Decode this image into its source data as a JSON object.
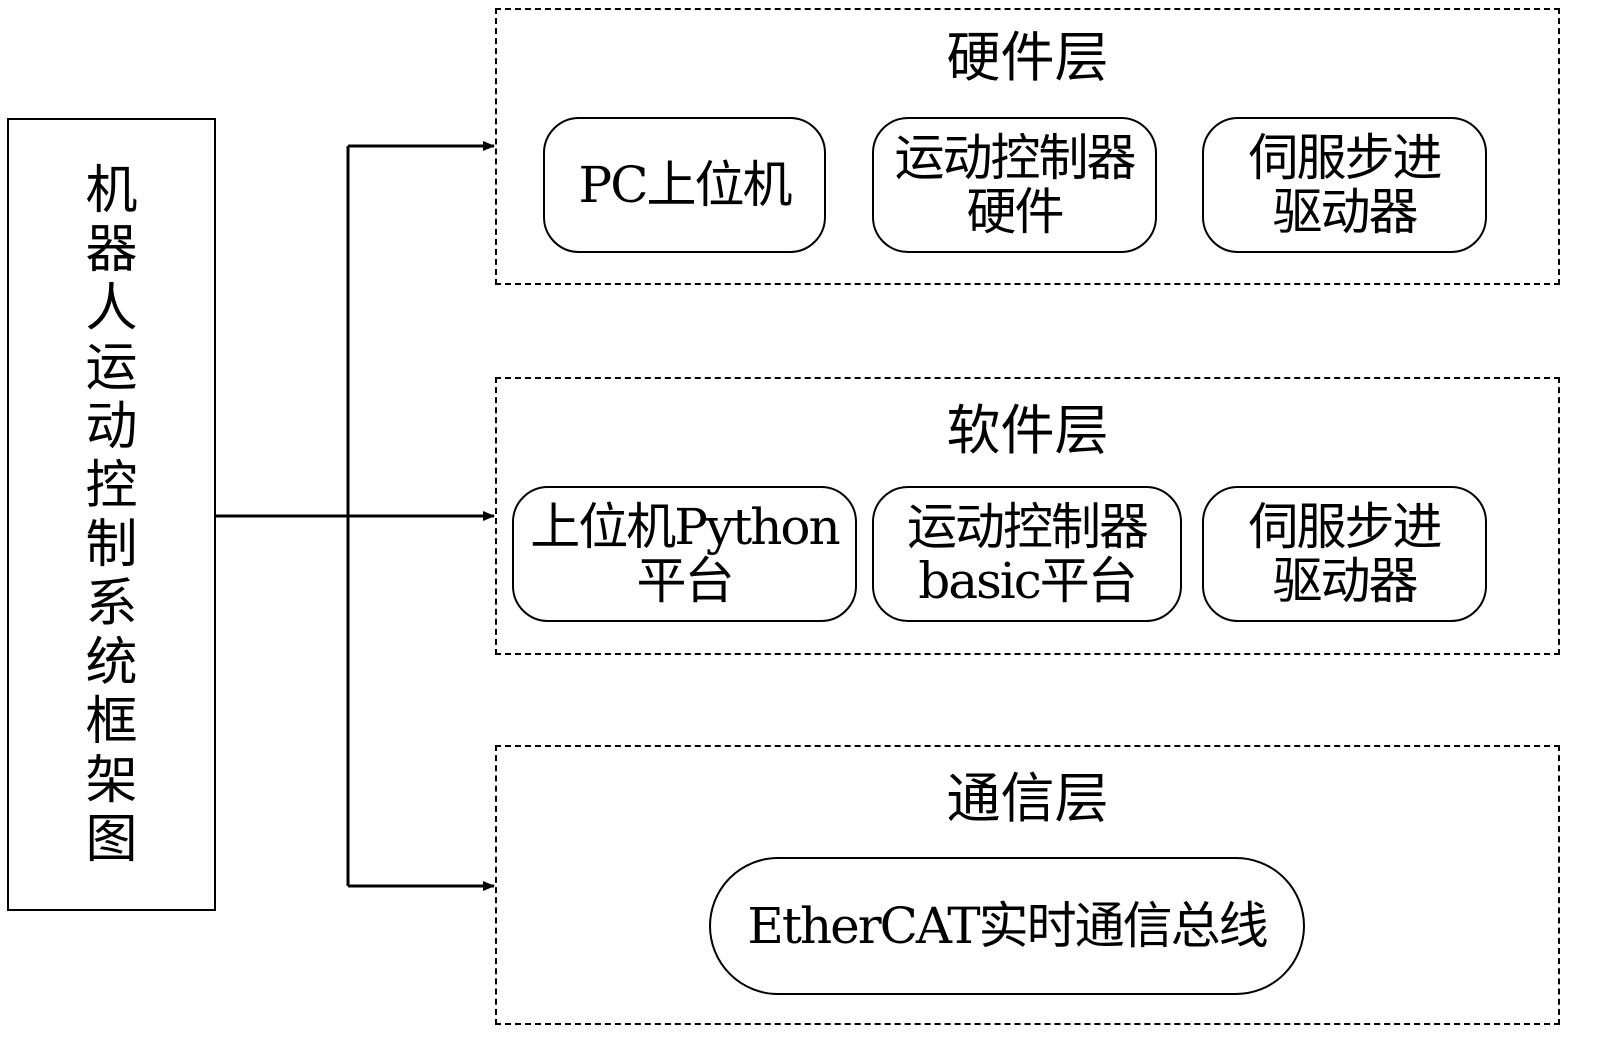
{
  "root": {
    "label_chars": [
      "机",
      "器",
      "人",
      "运",
      "动",
      "控",
      "制",
      "系",
      "统",
      "框",
      "架",
      "图"
    ]
  },
  "layers": [
    {
      "title": "硬件层",
      "nodes": [
        {
          "lines": [
            "PC上位机"
          ]
        },
        {
          "lines": [
            "运动控制器",
            "硬件"
          ]
        },
        {
          "lines": [
            "伺服步进",
            "驱动器"
          ]
        }
      ]
    },
    {
      "title": "软件层",
      "nodes": [
        {
          "lines": [
            "上位机Python",
            "平台"
          ]
        },
        {
          "lines": [
            "运动控制器",
            "basic平台"
          ]
        },
        {
          "lines": [
            "伺服步进",
            "驱动器"
          ]
        }
      ]
    },
    {
      "title": "通信层",
      "nodes": [
        {
          "lines": [
            "EtherCAT实时通信总线"
          ]
        }
      ]
    }
  ]
}
